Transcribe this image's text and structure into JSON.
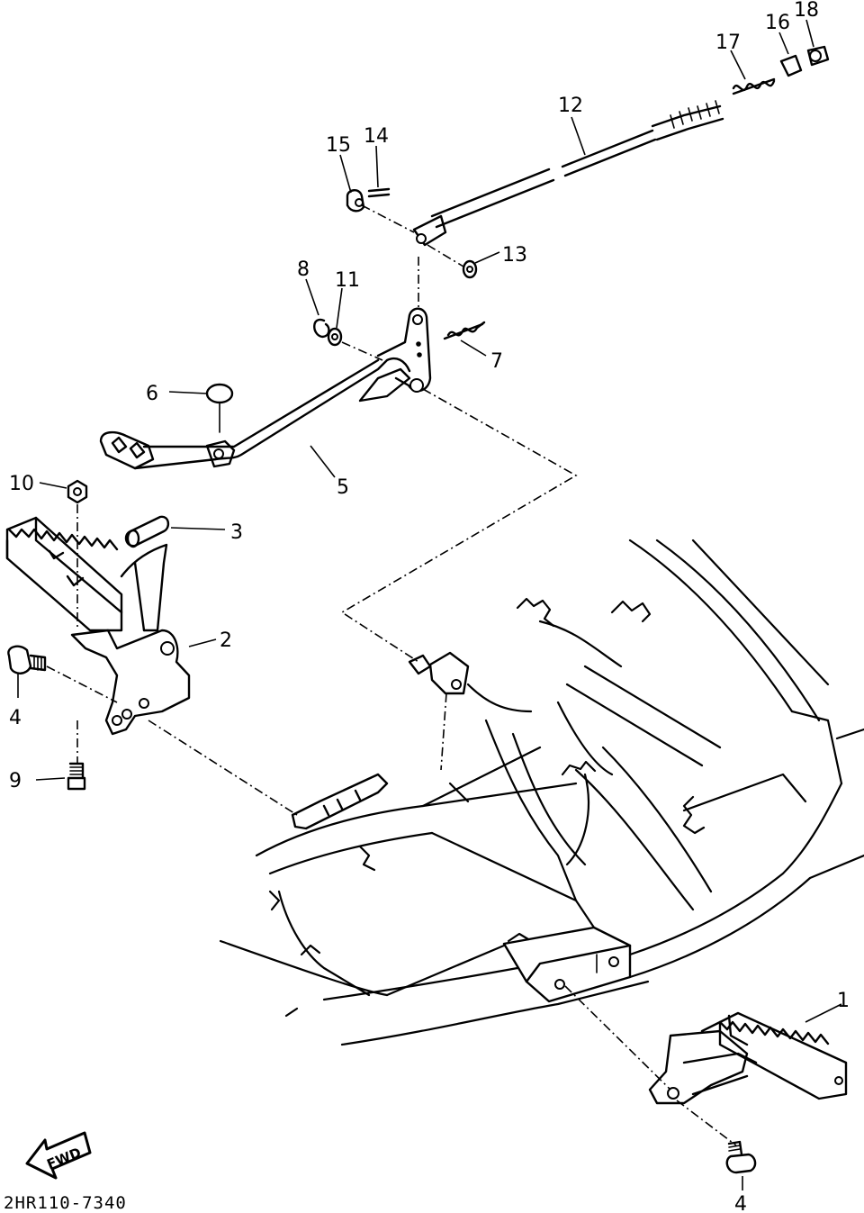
{
  "diagram": {
    "drawing_code": "2HR110-7340",
    "direction_marker": "FWD",
    "callouts": {
      "c1": "1",
      "c2": "2",
      "c3": "3",
      "c4a": "4",
      "c4b": "4",
      "c5": "5",
      "c6": "6",
      "c7": "7",
      "c8": "8",
      "c9": "9",
      "c10": "10",
      "c11": "11",
      "c12": "12",
      "c13": "13",
      "c14": "14",
      "c15": "15",
      "c16": "16",
      "c17": "17",
      "c18": "18"
    }
  }
}
